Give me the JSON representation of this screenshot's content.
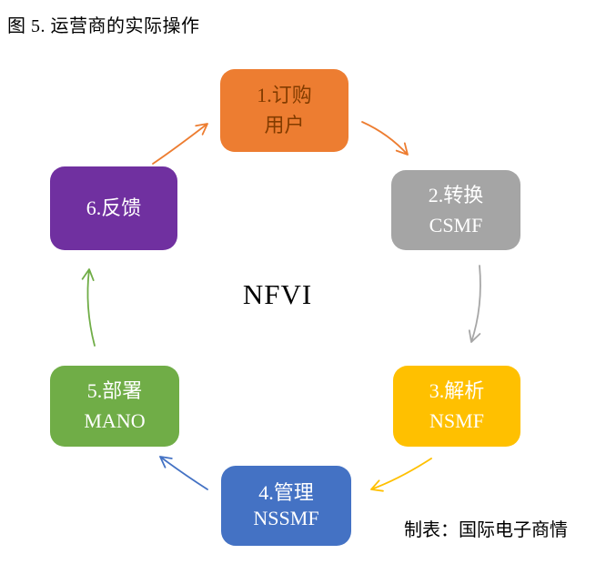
{
  "title": "图 5. 运营商的实际操作",
  "center_label": "NFVI",
  "credit": "制表：国际电子商情",
  "boxes": [
    {
      "id": "step-1",
      "line1": "1.订购",
      "line2": "用户",
      "color": "#ED7D31",
      "text_color": "#833C00"
    },
    {
      "id": "step-2",
      "line1": "2.转换",
      "line2": "CSMF",
      "color": "#A5A5A5",
      "text_color": "#FFFFFF"
    },
    {
      "id": "step-3",
      "line1": "3.解析",
      "line2": "NSMF",
      "color": "#FFC000",
      "text_color": "#FFFFFF"
    },
    {
      "id": "step-4",
      "line1": "4.管理",
      "line2": "NSSMF",
      "color": "#4472C4",
      "text_color": "#FFFFFF"
    },
    {
      "id": "step-5",
      "line1": "5.部署",
      "line2": "MANO",
      "color": "#70AD47",
      "text_color": "#FFFFFF"
    },
    {
      "id": "step-6",
      "line1": "6.反馈",
      "line2": "",
      "color": "#7030A0",
      "text_color": "#FFFFFF"
    }
  ],
  "arrows": [
    {
      "name": "arrow-step6-to-step1",
      "color": "#ED7D31"
    },
    {
      "name": "arrow-step1-to-step2",
      "color": "#ED7D31"
    },
    {
      "name": "arrow-step2-to-step3",
      "color": "#A6A6A6"
    },
    {
      "name": "arrow-step3-to-step4",
      "color": "#FFC000"
    },
    {
      "name": "arrow-step4-to-step5",
      "color": "#4472C4"
    },
    {
      "name": "arrow-step5-to-step6",
      "color": "#70AD47"
    }
  ]
}
